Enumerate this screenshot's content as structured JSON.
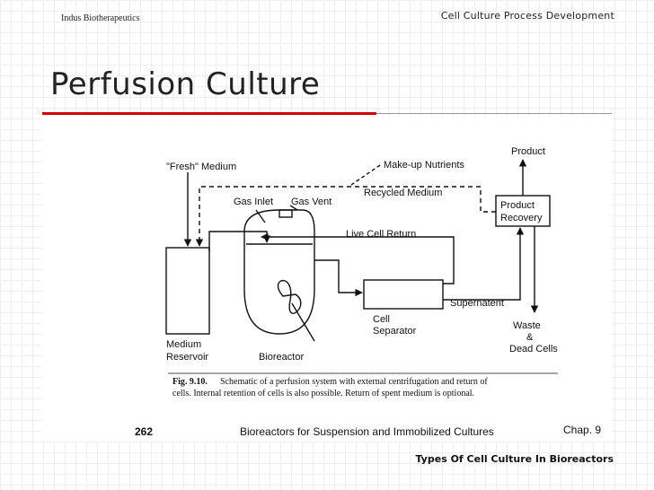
{
  "header": {
    "organization": "Indus Biotherapeutics",
    "title": "Cell Culture Process Development"
  },
  "slide": {
    "title": "Perfusion Culture",
    "footer": "Types Of Cell Culture In Bioreactors"
  },
  "diagram": {
    "labels": {
      "fresh_medium": "\"Fresh\" Medium",
      "makeup_nutrients": "Make-up Nutrients",
      "recycled_medium": "Recycled Medium",
      "gas_inlet": "Gas Inlet",
      "gas_vent": "Gas Vent",
      "live_cell_return": "Live Cell Return",
      "product": "Product",
      "product_recovery_1": "Product",
      "product_recovery_2": "Recovery",
      "supernatant": "Supernatent",
      "waste_1": "Waste",
      "waste_2": "&",
      "waste_3": "Dead Cells",
      "medium_reservoir_1": "Medium",
      "medium_reservoir_2": "Reservoir",
      "bioreactor": "Bioreactor",
      "cell_separator_1": "Cell",
      "cell_separator_2": "Separator"
    },
    "caption_label": "Fig. 9.10.",
    "caption_line1": "Schematic of a perfusion system with external centrifugation and return of",
    "caption_line2": "cells. Internal retention of cells is also possible. Return of spent medium is optional.",
    "page_number": "262",
    "running_title": "Bioreactors for Suspension and Immobilized Cultures",
    "chapter": "Chap. 9"
  }
}
